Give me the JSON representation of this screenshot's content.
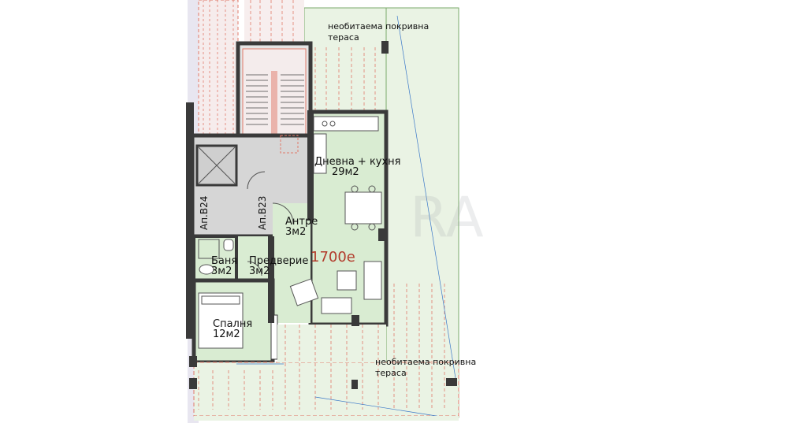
{
  "rooms": {
    "living": {
      "name": "Дневна + кухня",
      "area": "29м2"
    },
    "entry": {
      "name": "Антре",
      "area": "3м2"
    },
    "bath": {
      "name": "Баня",
      "area": "3м2"
    },
    "hall": {
      "name": "Предверие",
      "area": "3м2"
    },
    "bedroom": {
      "name": "Спалня",
      "area": "12м2"
    }
  },
  "terraces": {
    "top": {
      "line1": "необитаема покривна",
      "line2": "тераса"
    },
    "bottom": {
      "line1": "необитаема покривна",
      "line2": "тераса"
    }
  },
  "apartments": {
    "left": "Ап.В24",
    "right": "Ап.В23"
  },
  "price": "1700е",
  "colors": {
    "room_fill": "#d9ecd2",
    "terrace_fill": "#eaf3e4",
    "wall": "#3a3a3a",
    "hatch": "#e07a6a",
    "circulation": "#d6d6d6",
    "price": "#b23b2b"
  }
}
